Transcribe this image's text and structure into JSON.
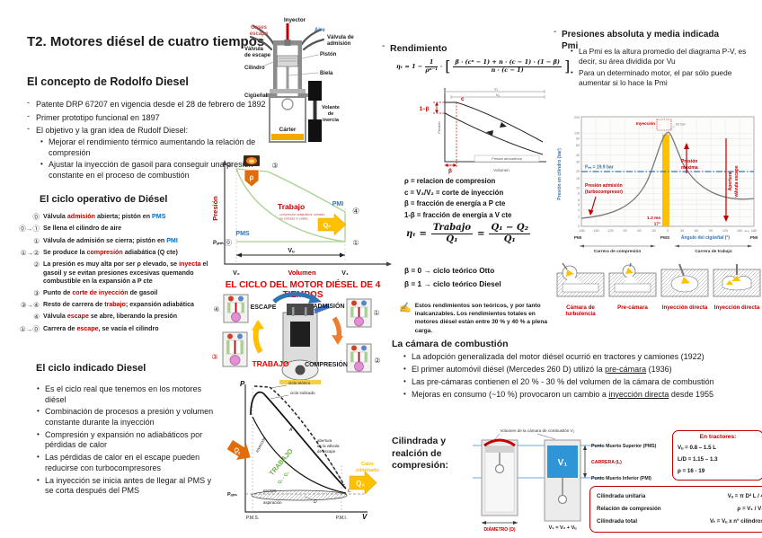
{
  "title": "T2. Motores diésel de cuatro tiempos",
  "concepto": {
    "heading": "El concepto de Rodolfo Diesel",
    "bullets": [
      "Patente DRP 67207 en vigencia desde el 28 de febrero de 1892",
      "Primer prototipo funcional en 1897",
      "El objetivo y la gran idea de Rudolf Diesel:"
    ],
    "sub_bullets": [
      "Mejorar el rendimiento térmico aumentando la relación de compresión",
      "Ajustar la inyección de gasoil para conseguir una presión constante en el proceso de combustión"
    ]
  },
  "engine": {
    "inyector": "Inyector",
    "gases": "Gases",
    "escape": "escape",
    "aire": "Aire",
    "valv_esc1": "Válvula",
    "valv_esc2": "de escape",
    "valv_adm1": "Válvula de",
    "valv_adm2": "admisión",
    "piston": "Pistón",
    "cilindro": "Cilindro",
    "biela": "Biela",
    "ciguenal": "Cigüeñal",
    "volante1": "Volante",
    "volante2": "de",
    "volante3": "inercia",
    "carter": "Cárter"
  },
  "operativo": {
    "heading": "El ciclo operativo de Diésel",
    "steps": [
      {
        "badge": "⓪",
        "rich": [
          {
            "t": "Válvula "
          },
          {
            "t": "admisión",
            "c": "red"
          },
          {
            "t": " abierta; pistón en "
          },
          {
            "t": "PMS",
            "c": "blue"
          }
        ]
      },
      {
        "badge": "⓪→①",
        "rich": [
          {
            "t": "Se llena el cilindro de aire"
          }
        ]
      },
      {
        "badge": "①",
        "rich": [
          {
            "t": "Válvula de admisión se cierra; pistón en "
          },
          {
            "t": "PMI",
            "c": "blue"
          }
        ]
      },
      {
        "badge": "①→②",
        "rich": [
          {
            "t": "Se produce la "
          },
          {
            "t": "compresión",
            "c": "red"
          },
          {
            "t": " adiabática (Q cte)"
          }
        ]
      },
      {
        "badge": "②",
        "rich": [
          {
            "t": "La presión es muy alta por ser ρ elevado, se "
          },
          {
            "t": "inyecta",
            "c": "red"
          },
          {
            "t": " el gasoil y se evitan presiones excesivas quemando combustible en la expansión a P cte"
          }
        ]
      },
      {
        "badge": "③",
        "rich": [
          {
            "t": "Punto de "
          },
          {
            "t": "corte de inyección",
            "c": "red"
          },
          {
            "t": " de gasoil"
          }
        ]
      },
      {
        "badge": "③→④",
        "rich": [
          {
            "t": "Resto de carrera de "
          },
          {
            "t": "trabajo",
            "c": "red"
          },
          {
            "t": "; expansión adiabática"
          }
        ]
      },
      {
        "badge": "④",
        "rich": [
          {
            "t": "Válvula "
          },
          {
            "t": "escape",
            "c": "red"
          },
          {
            "t": " se abre, liberando la presión"
          }
        ]
      },
      {
        "badge": "①→⓪",
        "rich": [
          {
            "t": "Carrera de "
          },
          {
            "t": "escape",
            "c": "red"
          },
          {
            "t": ", se vacía el cilindro"
          }
        ]
      }
    ]
  },
  "indicado": {
    "heading": "El ciclo indicado Diesel",
    "bullets": [
      "Es el ciclo real que tenemos en los motores diésel",
      "Combinación de procesos a presión y volumen constante durante la inyección",
      "Compresión y expansión no adiabáticos por pérdidas de calor",
      "Las pérdidas de calor en el escape pueden reducirse con turbocompresores",
      "La inyección se inicia antes de llegar al PMS y se corta después del PMS"
    ]
  },
  "pv1": {
    "presion": "Presión",
    "volumen": "Volumen",
    "pms": "PMS",
    "pmi": "PMI",
    "patm": "Pₐₜₘ",
    "v2": "V₂",
    "v1": "V₁",
    "vu": "Vᵤ",
    "n0": "⓪",
    "n1": "①",
    "n2": "②",
    "n3": "③",
    "n4": "④",
    "trabajo": "Trabajo",
    "nota1": "compresión adiabática: cerrado,",
    "nota2": "no entrada ni salida",
    "rho": "ρ",
    "q2": "Q₂"
  },
  "ciclo4t": {
    "title": "EL CICLO DEL MOTOR DIÉSEL DE 4 TIEMPOS",
    "escape": "ESCAPE",
    "admision": "ADMISIÓN",
    "trabajo": "TRABAJO",
    "compresion": "COMPRESIÓN",
    "n4": "④",
    "n1": "①",
    "n3": "③",
    "n2": "②"
  },
  "pv2": {
    "p": "P",
    "v": "V",
    "patm": "Pₐₜₘ",
    "pms": "P.M.S.",
    "pmi": "P.M.I.",
    "teorico": "ciclo teórico",
    "indicado": "ciclo indicado",
    "a": "A",
    "abertura1": "abertura",
    "abertura2": "de la válvula",
    "abertura3": "de escape",
    "inyeccion": "inyección",
    "escape": "escape",
    "aspiracion": "aspiración",
    "d": "D",
    "c": "C",
    "trabajo": "TRABAJO",
    "q1q2": "Q₁ - Q₂",
    "q1": "Q₁",
    "q2": "Q₂",
    "calor1": "Calor",
    "calor2": "eliminado"
  },
  "rendimiento": {
    "heading": "Rendimiento",
    "f1": {
      "lhs": "ηₜ = 1 −",
      "num1": "1",
      "den1": "ρⁿ⁻¹",
      "dot": "·",
      "lb": "[",
      "num2": "β · (cⁿ − 1) + n · (c − 1) · (1 − β)",
      "den2": "n · (c − 1)",
      "rb": "]"
    },
    "chart": {
      "v1": "V₁",
      "vu": "Vᵤ",
      "c": "c",
      "beta": "β",
      "unomenosbeta": "1−β",
      "presion": "Presión",
      "volumen": "Volumen",
      "patm": "Presión atmosférica"
    },
    "defs": [
      "ρ  = relacion de compresion",
      "c = V₃/V₂ = corte de inyección",
      "β = fracción de energía a P cte",
      "1-β = fracción de energía a V cte"
    ],
    "f2": {
      "lhs": "ηₜ =",
      "num1": "Trabajo",
      "den1": "Q₁",
      "eq": "=",
      "num2": "Q₁ − Q₂",
      "den2": "Q₁"
    },
    "beta_lines": [
      "β = 0   →   ciclo teórico Otto",
      "β = 1   →   ciclo teórico Diesel"
    ],
    "nota": "Estos rendimientos son teóricos, y por tanto inalcanzables. Los rendimientos totales en motores diésel están entre 30 % y 40 % a plena carga."
  },
  "pmi": {
    "heading": "Presiones absoluta y media indicada Pmi",
    "bullets": [
      "La Pmi es la altura promedio del diagrama P-V, es decir, su área dividida por Vu",
      "Para un determinado motor, el par sólo puede aumentar si lo hace la Pmi"
    ],
    "chart": {
      "ylabel": "Presión en cilindro (bar)",
      "xlabel": "Ángulo del cigüeñal (°)",
      "pmi_line": "Pₘᵢ = 19.9 bar",
      "inyeccion": "Inyección",
      "bar92": "92 bar",
      "pmax1": "Presión",
      "pmax2": "máxima",
      "padm1": "Presión admisión",
      "padm2": "(turbocompresor)",
      "apertura1": "Apertura",
      "apertura2": "válvula escape",
      "ms": "1.2 ms",
      "deg": "17°",
      "pmi_l": "PMI",
      "pms": "PMS",
      "pmi_r": "PMI",
      "carrera_c": "Carrera de compresión",
      "carrera_t": "Carrera de trabajo",
      "yticks": [
        "200",
        "100",
        "80",
        "60",
        "40",
        "30",
        "20",
        "15",
        "10",
        "8",
        "6",
        "5",
        "4",
        "3",
        "2"
      ],
      "xticks": [
        "-180",
        "-150",
        "-120",
        "-90",
        "-60",
        "-30",
        "0",
        "30",
        "60",
        "90",
        "120",
        "150",
        "180"
      ],
      "degword": "deg"
    },
    "chambers": [
      "Cámara de turbulencia",
      "Pre-cámara",
      "Inyección directa",
      "Inyección directa"
    ]
  },
  "camara": {
    "heading": "La cámara de combustión",
    "bullets": [
      [
        {
          "t": "La adopción generalizada del motor diésel ocurrió en tractores y camiones (1922)"
        }
      ],
      [
        {
          "t": "El primer automóvil diésel (Mercedes 260 D) utilizó la "
        },
        {
          "t": "pre-cámara",
          "c": "u"
        },
        {
          "t": " (1936)"
        }
      ],
      [
        {
          "t": "Las pre-cámaras contienen el 20 % - 30 % del volumen de la cámara de combustión"
        }
      ],
      [
        {
          "t": "Mejoras en consumo (~10 %) provocaron un cambio a "
        },
        {
          "t": "inyección directa",
          "c": "u"
        },
        {
          "t": " desde 1955"
        }
      ]
    ]
  },
  "cilindrada": {
    "heading": "Cilindrada y realción de compresión:",
    "vol_label": "Volumen de la cámara de combustión V₂",
    "pms": "Punto Muerto Superior (PMS)",
    "carrera": "CARRERA (L)",
    "pmi": "Punto Muerto Inferior (PMI)",
    "diametro": "DIÁMETRO (D)",
    "v1": "V₁",
    "v1eq": "V₁ = V₂ + Vᵤ",
    "tractores": {
      "title": "En tractores:",
      "lines": [
        "Vᵤ = 0.8 – 1.5 L",
        "L/D = 1.15 – 1.3",
        "ρ = 16 - 19"
      ]
    },
    "tabla": [
      [
        "Cilindrada unitaria",
        "Vᵤ = π D² L / 4"
      ],
      [
        "Relación de compresión",
        "ρ = V₁ / V₂"
      ],
      [
        "Cilindrada total",
        "Vₜ = Vᵤ x n° cilindros"
      ]
    ]
  }
}
